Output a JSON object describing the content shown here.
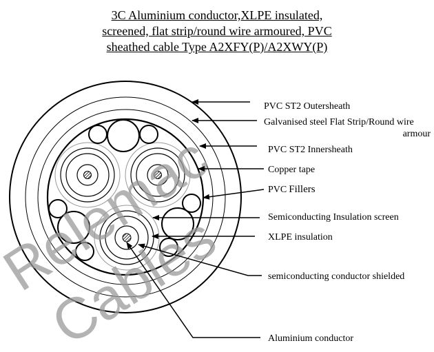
{
  "title": {
    "line1": "3C Aluminium conductor,XLPE insulated,",
    "line2": "screened, flat strip/round wire armoured, PVC",
    "line3": "sheathed cable Type A2XFY(P)/A2XWY(P)"
  },
  "labels": {
    "outersheath": "PVC ST2 Outersheath",
    "armour": "Galvanised steel Flat Strip/Round wire",
    "armour_cont": "armour",
    "innersheath": "PVC ST2 Innersheath",
    "copper_tape": "Copper tape",
    "fillers_pre": "PVC",
    "fillers": "Fillers",
    "insulation_screen": "Semiconducting Insulation screen",
    "xlpe": "XLPE insulation",
    "conductor_shield": "semiconducting conductor shielded",
    "conductor": "Aluminium conductor"
  },
  "watermark": "Relemac Cables"
}
